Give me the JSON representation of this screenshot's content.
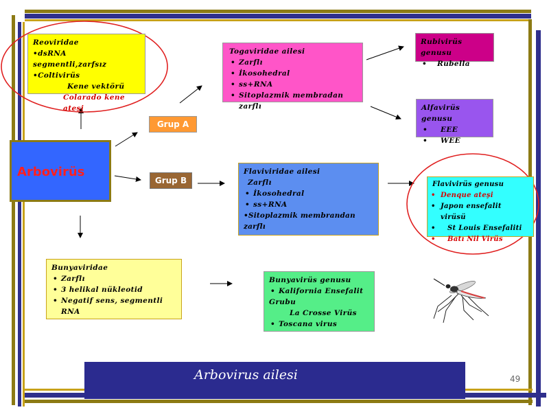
{
  "colors": {
    "frame_olive": "#8c7a14",
    "frame_navy": "#2f2f8c",
    "gold": "#c8a21a",
    "red_circle": "#e02020"
  },
  "reoviridae": {
    "title": "Reoviridae",
    "line1": "•dsRNA segmentli,zarfsız",
    "line2": "•Coltivirüs",
    "line3": "Kene vektörü",
    "line4": "Colarado kene ateşi"
  },
  "togaviridae": {
    "title": "Togaviridae ailesi",
    "items": [
      "Zarflı",
      "İkosohedral",
      "ss+RNA",
      "Sitoplazmik membradan zarflı"
    ]
  },
  "rubivirus": {
    "title": "Rubivirüs genusu",
    "items": [
      "Rubella"
    ]
  },
  "alfavirus": {
    "title": "Alfavirüs genusu",
    "items": [
      "EEE",
      "WEE"
    ]
  },
  "arbovirus": {
    "label": "Arbovirüs"
  },
  "groups": {
    "a": "Grup A",
    "b": "Grup B"
  },
  "flaviviridae": {
    "title": "Flaviviridae ailesi",
    "plain": "Zarflı",
    "items": [
      "İkosohedral",
      "ss+RNA"
    ],
    "last": "•Sitoplazmik membrandan zarflı"
  },
  "flavivirus": {
    "title": "Flavivirüs genusu",
    "items": [
      "Denque ateşi",
      "Japon ensefalit virüsü",
      "St Louis Ensefaliti",
      "Batı Nil Virüs"
    ]
  },
  "bunyaviridae": {
    "title": "Bunyaviridae",
    "items": [
      "Zarflı",
      "3 helikal nükleotid",
      "Negatif sens, segmentli RNA"
    ]
  },
  "bunyavirus": {
    "title": "Bunyavirüs genusu",
    "line1": "Kalifornia Ensefalit",
    "line2": "Grubu",
    "line3": "La Crosse Virüs",
    "line4": "Toscana virus"
  },
  "footer": {
    "caption": "Arbovirus ailesi",
    "page_number": "49"
  }
}
